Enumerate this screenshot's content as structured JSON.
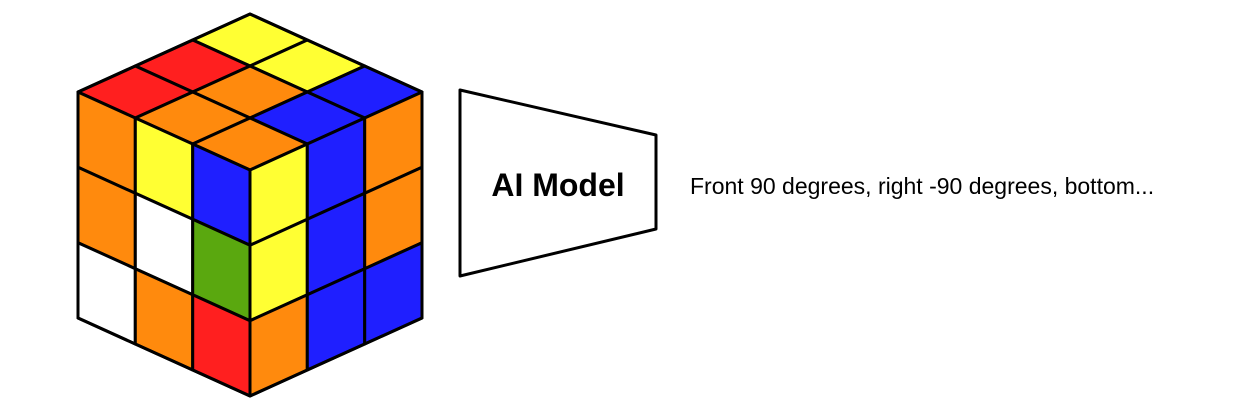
{
  "cube": {
    "top": [
      [
        "yellow",
        "yellow",
        "blue"
      ],
      [
        "red",
        "orange",
        "blue"
      ],
      [
        "red",
        "orange",
        "orange"
      ]
    ],
    "left": [
      [
        "orange",
        "yellow",
        "blue"
      ],
      [
        "orange",
        "white",
        "green"
      ],
      [
        "white",
        "orange",
        "red"
      ]
    ],
    "right": [
      [
        "yellow",
        "blue",
        "orange"
      ],
      [
        "yellow",
        "blue",
        "orange"
      ],
      [
        "orange",
        "blue",
        "blue"
      ]
    ]
  },
  "colors": {
    "yellow": "#ffff33",
    "blue": "#1f1fff",
    "red": "#ff1f1f",
    "orange": "#ff8a0d",
    "white": "#ffffff",
    "green": "#5aa80f"
  },
  "model": {
    "label": "AI Model"
  },
  "output": {
    "text": "Front 90 degrees, right -90 degrees, bottom..."
  }
}
